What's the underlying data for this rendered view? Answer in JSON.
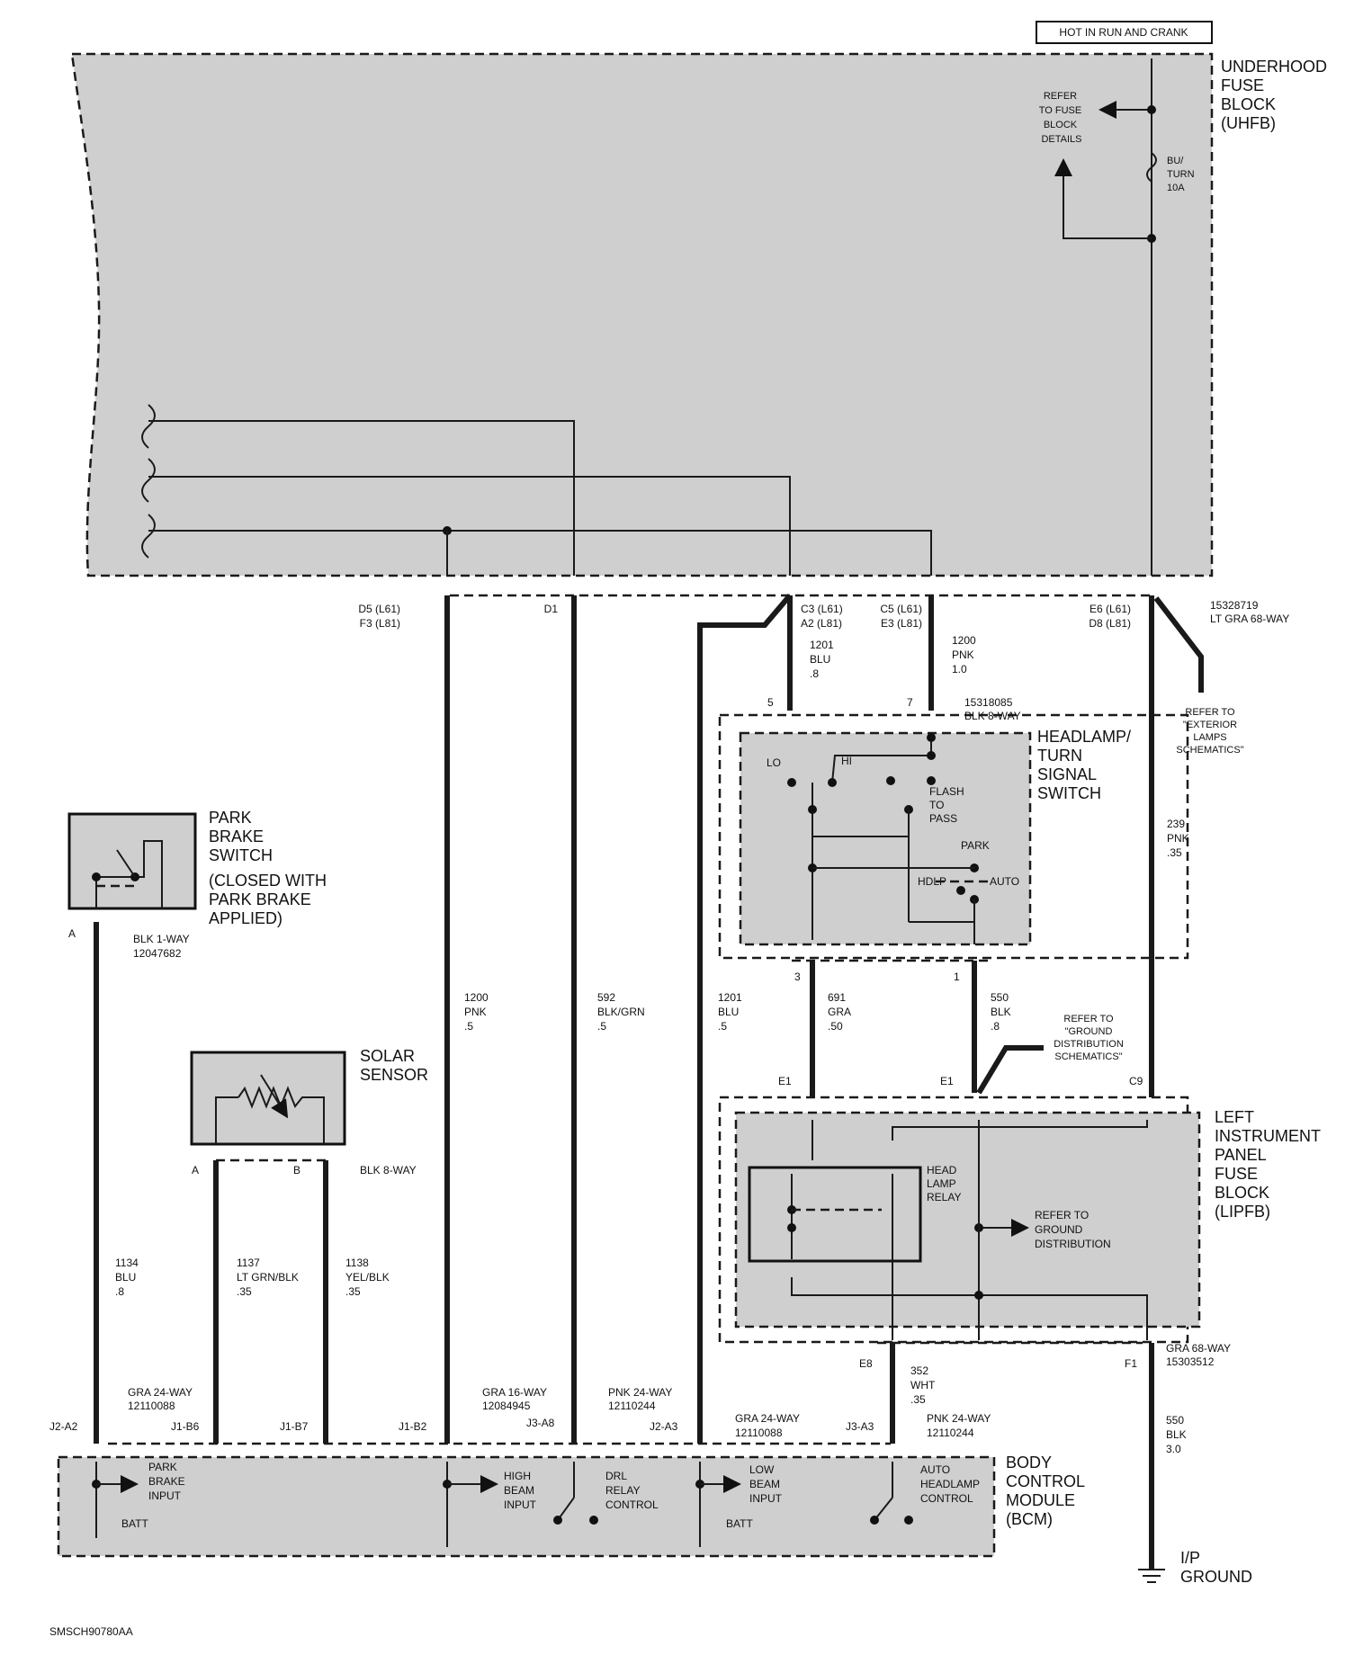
{
  "top_label": "HOT IN RUN AND CRANK",
  "uhfb": {
    "title": [
      "UNDERHOOD",
      "FUSE",
      "BLOCK",
      "(UHFB)"
    ],
    "refer": [
      "REFER",
      "TO FUSE",
      "BLOCK",
      "DETAILS"
    ],
    "fuse": [
      "BU/",
      "TURN",
      "10A"
    ]
  },
  "connectors": {
    "d5": [
      "D5 (L61)",
      "F3 (L81)"
    ],
    "d1": "D1",
    "c3": [
      "C3 (L61)",
      "A2 (L81)"
    ],
    "c5": [
      "C5 (L61)",
      "E3 (L81)"
    ],
    "e6": [
      "E6 (L61)",
      "D8 (L81)"
    ],
    "uhfb_conn": [
      "15328719",
      "LT GRA 68-WAY"
    ],
    "hl_conn": [
      "15318085",
      "BLK 8-WAY"
    ],
    "pin5": "5",
    "pin7": "7",
    "pin3": "3",
    "pin1": "1",
    "e1a": "E1",
    "e1b": "E1",
    "c9": "C9",
    "e8": "E8",
    "f1": "F1",
    "lipfb_conn": [
      "GRA 68-WAY",
      "15303512"
    ],
    "park_pin": "A",
    "park_conn": [
      "BLK 1-WAY",
      "12047682"
    ],
    "solar_a": "A",
    "solar_b": "B",
    "solar_conn": "BLK 8-WAY"
  },
  "wires": {
    "w1201_top": [
      "1201",
      "BLU",
      ".8"
    ],
    "w1200_top": [
      "1200",
      "PNK",
      "1.0"
    ],
    "w239": [
      "239",
      "PNK",
      ".35"
    ],
    "w1200": [
      "1200",
      "PNK",
      ".5"
    ],
    "w592": [
      "592",
      "BLK/GRN",
      ".5"
    ],
    "w1201": [
      "1201",
      "BLU",
      ".5"
    ],
    "w691": [
      "691",
      "GRA",
      ".50"
    ],
    "w550": [
      "550",
      "BLK",
      ".8"
    ],
    "w1134": [
      "1134",
      "BLU",
      ".8"
    ],
    "w1137": [
      "1137",
      "LT GRN/BLK",
      ".35"
    ],
    "w1138": [
      "1138",
      "YEL/BLK",
      ".35"
    ],
    "w352": [
      "352",
      "WHT",
      ".35"
    ],
    "w550b": [
      "550",
      "BLK",
      "3.0"
    ]
  },
  "refs": {
    "exterior": [
      "REFER TO",
      "\"EXTERIOR",
      "LAMPS",
      "SCHEMATICS\""
    ],
    "ground": [
      "REFER TO",
      "\"GROUND",
      "DISTRIBUTION",
      "SCHEMATICS\""
    ],
    "ground_dist": [
      "REFER TO",
      "GROUND",
      "DISTRIBUTION"
    ]
  },
  "headlamp_switch": {
    "title": [
      "HEADLAMP/",
      "TURN",
      "SIGNAL",
      "SWITCH"
    ],
    "lo": "LO",
    "hi": "HI",
    "flash": [
      "FLASH",
      "TO",
      "PASS"
    ],
    "park": "PARK",
    "hdlp": "HDLP",
    "auto": "AUTO"
  },
  "park_brake": {
    "title": [
      "PARK",
      "BRAKE",
      "SWITCH"
    ],
    "note": [
      "(CLOSED WITH",
      "PARK BRAKE",
      "APPLIED)"
    ]
  },
  "solar": {
    "title": [
      "SOLAR",
      "SENSOR"
    ]
  },
  "lipfb": {
    "title": [
      "LEFT",
      "INSTRUMENT",
      "PANEL",
      "FUSE",
      "BLOCK",
      "(LIPFB)"
    ],
    "relay": [
      "HEAD",
      "LAMP",
      "RELAY"
    ]
  },
  "bcm_conns": {
    "j2a2": "J2-A2",
    "j2a2_conn": [
      "GRA 24-WAY",
      "12110088"
    ],
    "j1b6": "J1-B6",
    "j1b7": "J1-B7",
    "j1b2": "J1-B2",
    "j1b2_conn": [
      "GRA 16-WAY",
      "12084945"
    ],
    "j3a8": "J3-A8",
    "j3a8_conn": [
      "PNK 24-WAY",
      "12110244"
    ],
    "j2a3": "J2-A3",
    "j2a3_conn": [
      "GRA 24-WAY",
      "12110088"
    ],
    "j3a3": "J3-A3",
    "j3a3_conn": [
      "PNK 24-WAY",
      "12110244"
    ]
  },
  "bcm": {
    "title": [
      "BODY",
      "CONTROL",
      "MODULE",
      "(BCM)"
    ],
    "park_input": [
      "PARK",
      "BRAKE",
      "INPUT"
    ],
    "batt1": "BATT",
    "high_beam": [
      "HIGH",
      "BEAM",
      "INPUT"
    ],
    "drl": [
      "DRL",
      "RELAY",
      "CONTROL"
    ],
    "low_beam": [
      "LOW",
      "BEAM",
      "INPUT"
    ],
    "batt2": "BATT",
    "auto_hl": [
      "AUTO",
      "HEADLAMP",
      "CONTROL"
    ]
  },
  "ground_label": [
    "I/P",
    "GROUND"
  ],
  "doc_id": "SMSCH90780AA"
}
